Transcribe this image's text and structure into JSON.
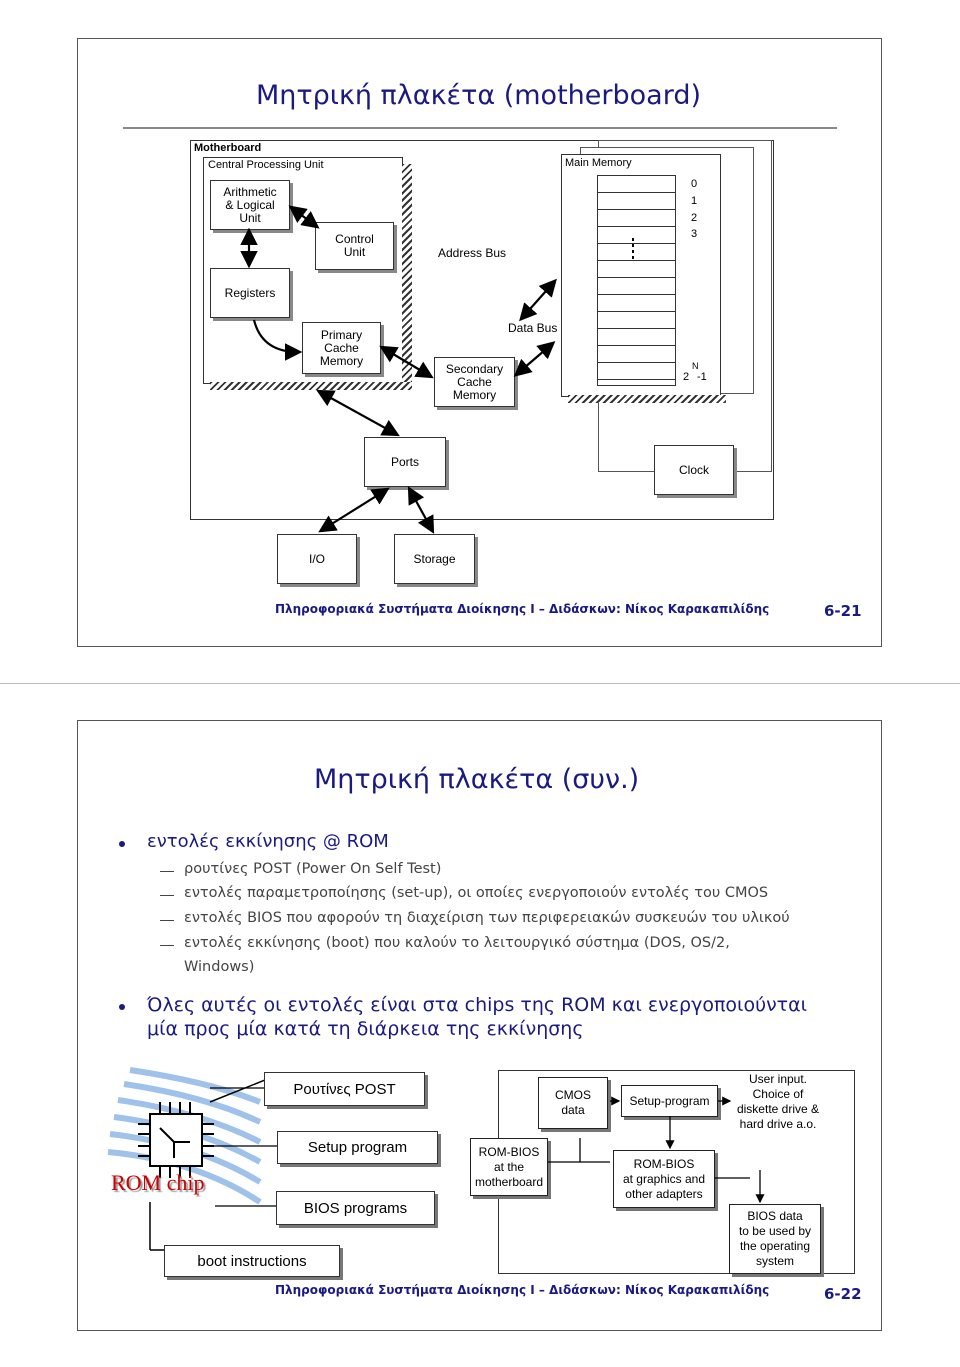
{
  "slide1": {
    "title": "Μητρική πλακέτα (motherboard)",
    "motherboard_label": "Motherboard",
    "cpu_label": "Central Processing Unit",
    "alu": "Arithmetic & Logical Unit",
    "control_unit": "Control Unit",
    "address_bus": "Address Bus",
    "registers": "Registers",
    "primary_cache": "Primary Cache Memory",
    "secondary_cache": "Secondary Cache Memory",
    "data_bus": "Data Bus",
    "main_memory": "Main Memory",
    "mem_addresses": [
      "0",
      "1",
      "2",
      "3"
    ],
    "mem_last_base": "2",
    "mem_last_exp": "N",
    "mem_last_suffix": "-1",
    "ports": "Ports",
    "clock": "Clock",
    "io": "I/O",
    "storage": "Storage",
    "footer": "Πληροφοριακά Συστήματα Διοίκησης Ι – Διδάσκων: Νίκος Καρακαπιλίδης",
    "page": "6-21"
  },
  "slide2": {
    "title": "Μητρική πλακέτα (συν.)",
    "bullet1": "εντολές εκκίνησης @ ROM",
    "sub": [
      "ρουτίνες POST (Power On Self Test)",
      "εντολές παραμετροποίησης (set-up), οι οποίες ενεργοποιούν εντολές του CMOS",
      "εντολές BIOS που αφορούν τη διαχείριση των περιφερειακών συσκευών του υλικού",
      "εντολές εκκίνησης (boot) που καλούν το λειτουργικό σύστημα (DOS, OS/2,",
      "Windows)"
    ],
    "bullet2_line1": "Όλες αυτές οι εντολές είναι στα chips της ROM και ενεργοποιούνται",
    "bullet2_line2": "μία προς μία κατά τη διάρκεια της εκκίνησης",
    "rom_chip": "ROM chip",
    "rom_boxes": [
      "Ρουτίνες POST",
      "Setup program",
      "BIOS programs",
      "boot instructions"
    ],
    "flow": {
      "cmos": [
        "CMOS",
        "data"
      ],
      "setup": "Setup-program",
      "user_input": [
        "User input.",
        "Choice of",
        "diskette drive &",
        "hard drive a.o."
      ],
      "rombios_mb": [
        "ROM-BIOS",
        "at the",
        "motherboard"
      ],
      "rombios_gfx": [
        "ROM-BIOS",
        "at graphics and",
        "other adapters"
      ],
      "bios_data": [
        "BIOS data",
        "to be used by",
        "the operating",
        "system"
      ]
    },
    "footer": "Πληροφοριακά Συστήματα Διοίκησης Ι – Διδάσκων: Νίκος Καρακαπιλίδης",
    "page": "6-22"
  },
  "colors": {
    "title_blue": "#1a1a80"
  }
}
